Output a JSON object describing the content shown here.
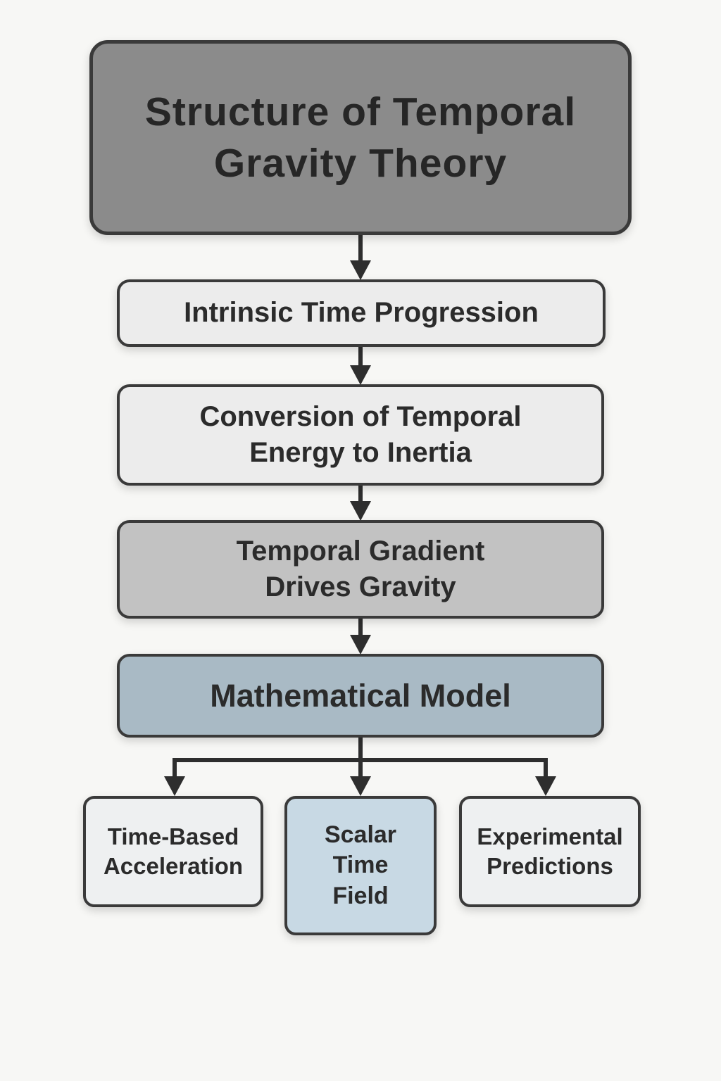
{
  "diagram": {
    "title": "Structure of Temporal Gravity Theory",
    "nodes": {
      "intrinsic": "Intrinsic Time Progression",
      "conversion": "Conversion of Temporal Energy to Inertia",
      "gradient": "Temporal Gradient Drives Gravity",
      "model": "Mathematical Model",
      "acceleration": "Time-Based Acceleration",
      "scalar": "Scalar Time Field",
      "predictions": "Experimental Predictions"
    },
    "colors": {
      "background": "#f7f7f5",
      "title_bg": "#8b8b8b",
      "light_bg": "#ececec",
      "medium_bg": "#c2c2c2",
      "model_bg": "#a9bac5",
      "leaf_bg": "#eef0f1",
      "scalar_bg": "#c8d9e4",
      "border": "#3a3a3a",
      "arrow": "#2e2e2e",
      "text": "#2b2b2b"
    }
  }
}
